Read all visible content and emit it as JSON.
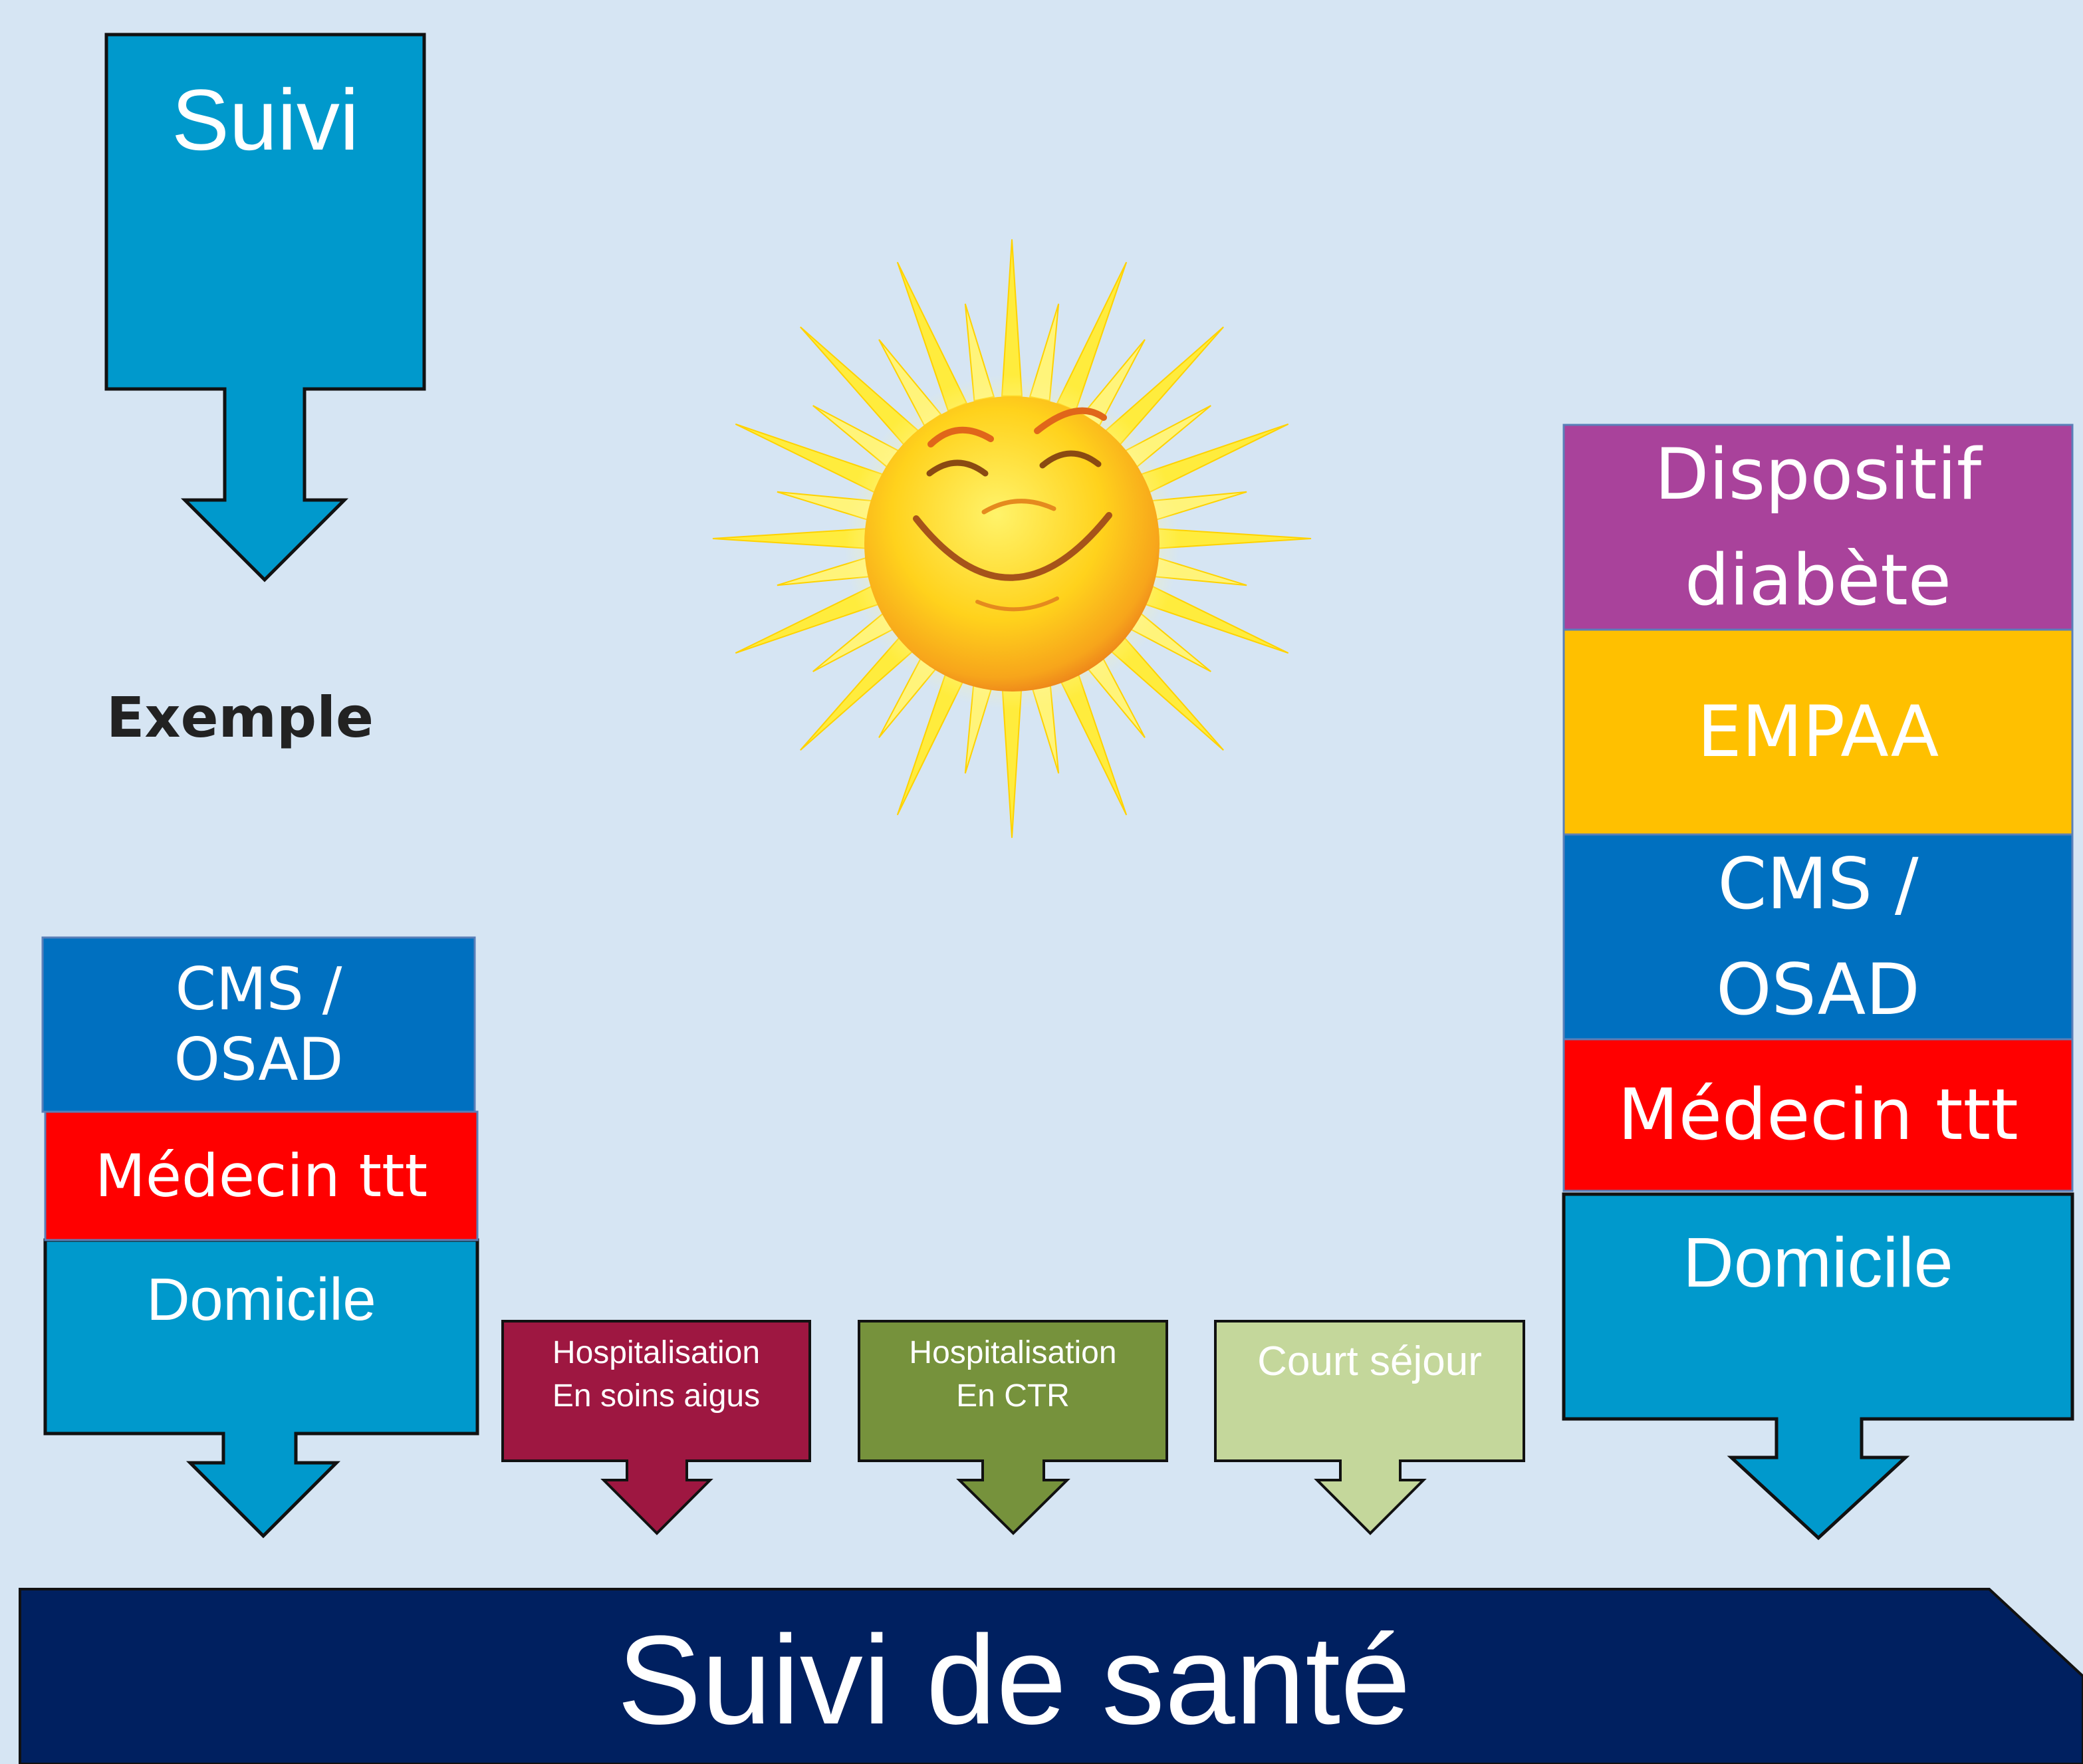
{
  "legend": {
    "title": "Suivi",
    "caption": "Exemple"
  },
  "left_stack": {
    "cms_osad": "CMS /\nOSAD",
    "medecin": "Médecin ttt",
    "domicile": "Domicile"
  },
  "middle_boxes": {
    "hosp_aigus": "Hospitalisation\nEn soins aigus",
    "hosp_ctr": "Hospitalisation\nEn CTR",
    "court_sejour": "Court séjour"
  },
  "right_stack": {
    "dispositif": "Dispositif\ndiabète",
    "empaa": "EMPAA",
    "cms_osad": "CMS /\nOSAD",
    "medecin": "Médecin ttt",
    "domicile": "Domicile"
  },
  "timeline": {
    "label": "Suivi de santé"
  },
  "colors": {
    "background": "#d6e5f3",
    "domicile": "#0099cc",
    "cms_osad": "#0070c0",
    "medecin": "#ff0000",
    "dispositif": "#a9429b",
    "empaa": "#ffc000",
    "hosp_aigus": "#9e1741",
    "hosp_ctr": "#76923c",
    "court_sejour": "#c4d79b",
    "timeline": "#002060"
  },
  "icons": [
    "sun-icon"
  ]
}
